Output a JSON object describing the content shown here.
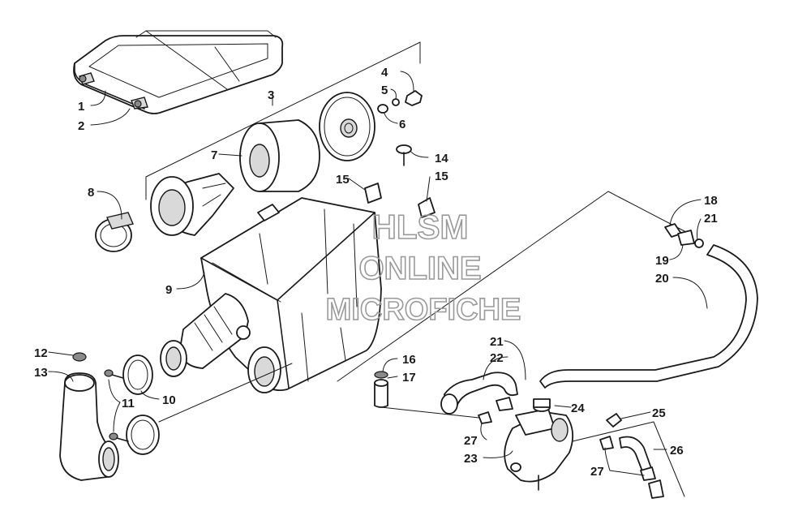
{
  "watermark": {
    "line1": "HLSM",
    "line2": "ONLINE",
    "line3": "MICROFICHE"
  },
  "callouts": [
    {
      "id": "c1",
      "text": "1"
    },
    {
      "id": "c2",
      "text": "2"
    },
    {
      "id": "c3",
      "text": "3"
    },
    {
      "id": "c4",
      "text": "4"
    },
    {
      "id": "c5",
      "text": "5"
    },
    {
      "id": "c6",
      "text": "6"
    },
    {
      "id": "c7",
      "text": "7"
    },
    {
      "id": "c8",
      "text": "8"
    },
    {
      "id": "c9",
      "text": "9"
    },
    {
      "id": "c10",
      "text": "10"
    },
    {
      "id": "c11",
      "text": "11"
    },
    {
      "id": "c12",
      "text": "12"
    },
    {
      "id": "c13",
      "text": "13"
    },
    {
      "id": "c14",
      "text": "14"
    },
    {
      "id": "c15a",
      "text": "15"
    },
    {
      "id": "c15b",
      "text": "15"
    },
    {
      "id": "c16",
      "text": "16"
    },
    {
      "id": "c17",
      "text": "17"
    },
    {
      "id": "c18",
      "text": "18"
    },
    {
      "id": "c19",
      "text": "19"
    },
    {
      "id": "c20",
      "text": "20"
    },
    {
      "id": "c21a",
      "text": "21"
    },
    {
      "id": "c21b",
      "text": "21"
    },
    {
      "id": "c22",
      "text": "22"
    },
    {
      "id": "c23",
      "text": "23"
    },
    {
      "id": "c24",
      "text": "24"
    },
    {
      "id": "c25",
      "text": "25"
    },
    {
      "id": "c26",
      "text": "26"
    },
    {
      "id": "c27a",
      "text": "27"
    },
    {
      "id": "c27b",
      "text": "27"
    }
  ]
}
